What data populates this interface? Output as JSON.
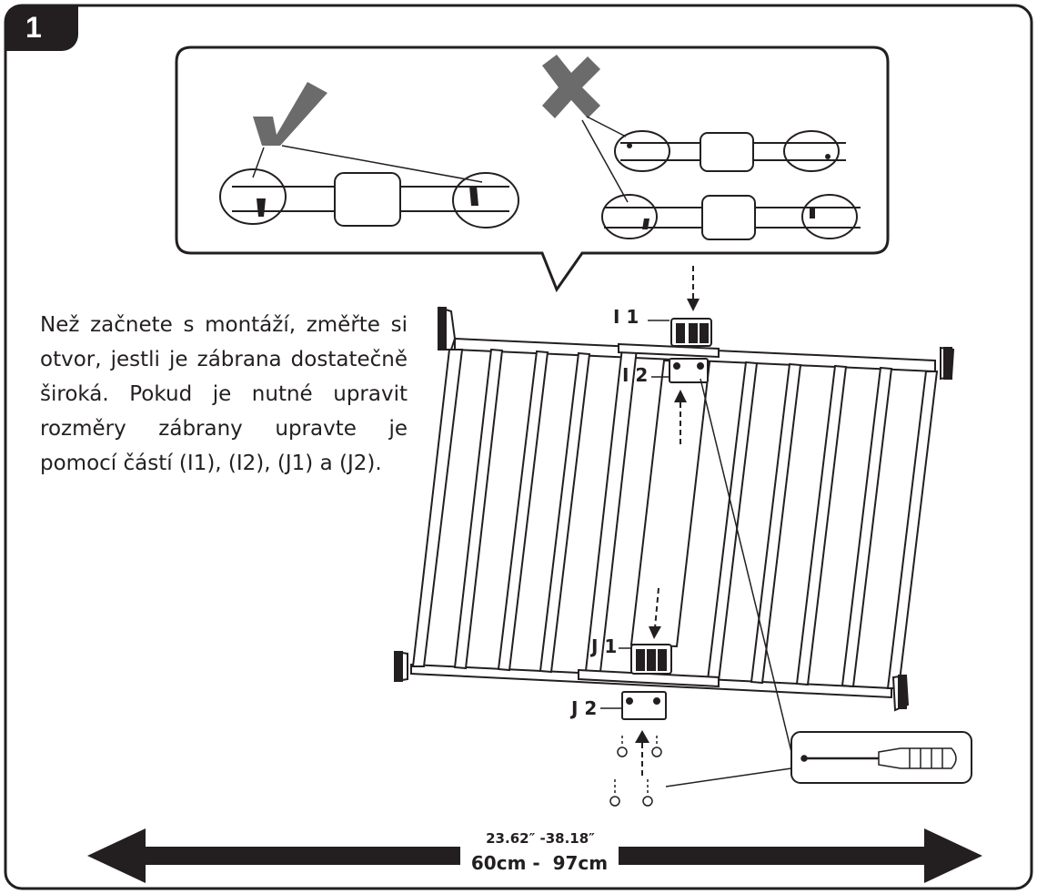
{
  "step": {
    "number": "1"
  },
  "instructions": {
    "text": "Než začnete s montáží, změřte si otvor, jestli je zábrana dostatečně široká. Pokud je nutné upravit rozměry zábrany upravte je pomocí částí (I1), (I2), (J1) a (J2)."
  },
  "part_labels": {
    "i1": "I 1",
    "i2": "I 2",
    "j1": "J 1",
    "j2": "J 2"
  },
  "dimension": {
    "inches": "23.62″ -38.18″",
    "cm": "60cm -  97cm"
  },
  "icons": {
    "correct": "check-mark-icon",
    "incorrect": "cross-mark-icon",
    "tool": "screwdriver-icon"
  },
  "colors": {
    "ink": "#231f20",
    "mark": "#666666",
    "badge": "#231f20"
  }
}
